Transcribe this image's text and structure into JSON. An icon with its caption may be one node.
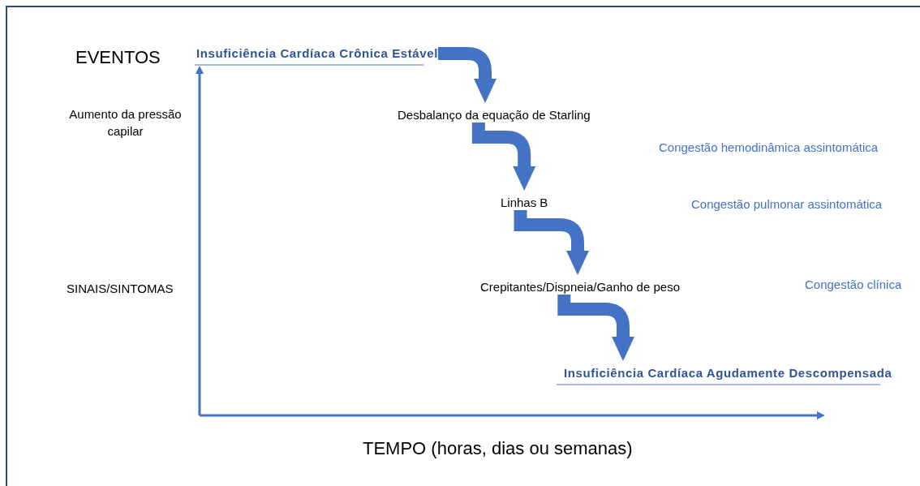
{
  "diagram": {
    "nodes": [
      {
        "text": [
          "Insuficiência Cardíaca Crônica Estável"
        ]
      },
      {
        "text": [
          "Desbalanço da equação de Starling"
        ]
      },
      {
        "text": [
          "Linhas B"
        ]
      },
      {
        "text": [
          "Crepitantes/Dispneia/Ganho de peso"
        ]
      },
      {
        "text": [
          "Insuficiência Cardíaca Agudamente Descompensada"
        ]
      }
    ],
    "edges": [
      {
        "from": 0,
        "to": 1,
        "arrow": "to"
      },
      {
        "from": 1,
        "to": 2,
        "arrow": "to"
      },
      {
        "from": 2,
        "to": 3,
        "arrow": "to"
      },
      {
        "from": 3,
        "to": 4,
        "arrow": "to"
      }
    ],
    "labels": [
      "EVENTOS",
      "Aumento da pressão capilar",
      "Congestão hemodinâmica assintomática",
      "Congestão pulmonar assintomática",
      "SINAIS/SINTOMAS",
      "Congestão clínica",
      "TEMPO (horas, dias ou semanas)"
    ]
  }
}
